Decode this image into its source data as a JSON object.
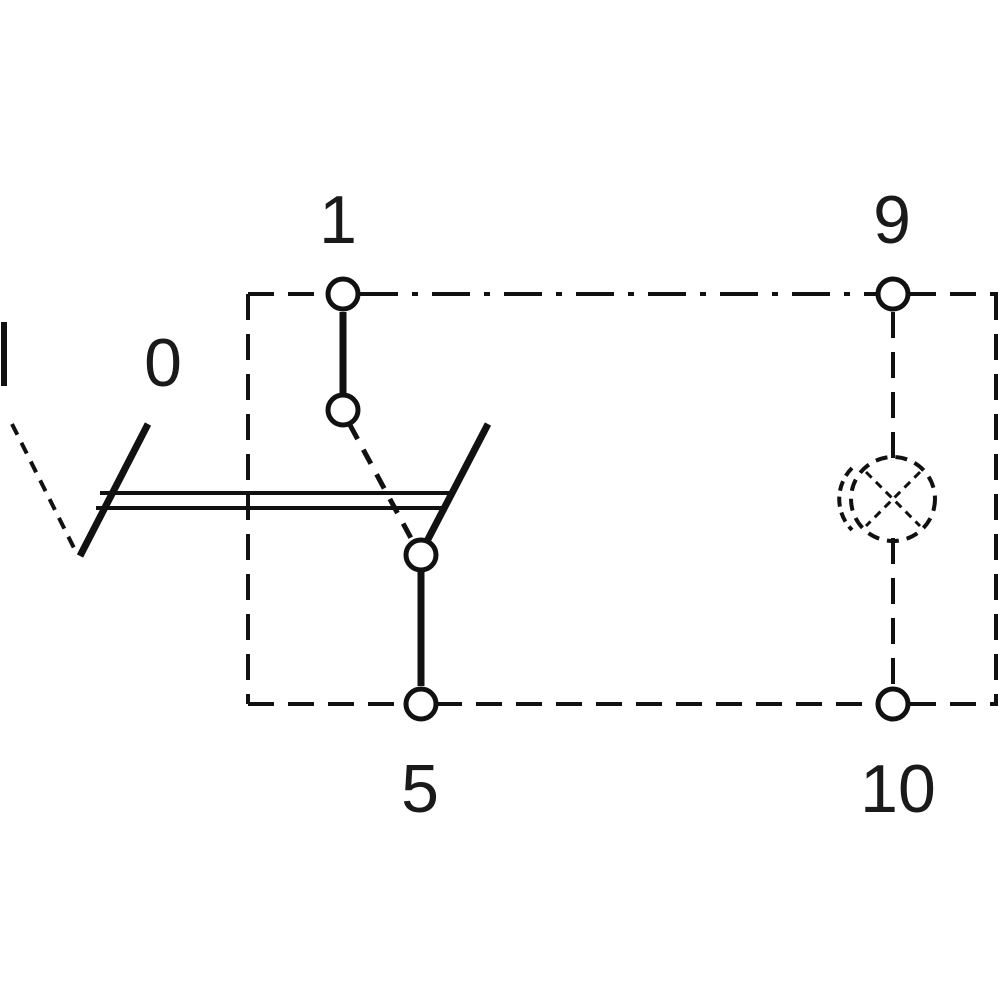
{
  "terminals": {
    "t1": "1",
    "t9": "9",
    "t5": "5",
    "t10": "10"
  },
  "positions": {
    "on": "I",
    "off": "0"
  },
  "colors": {
    "line": "#111111",
    "background": "#ffffff"
  },
  "icons": {
    "lamp": "indicator-lamp-icon"
  }
}
